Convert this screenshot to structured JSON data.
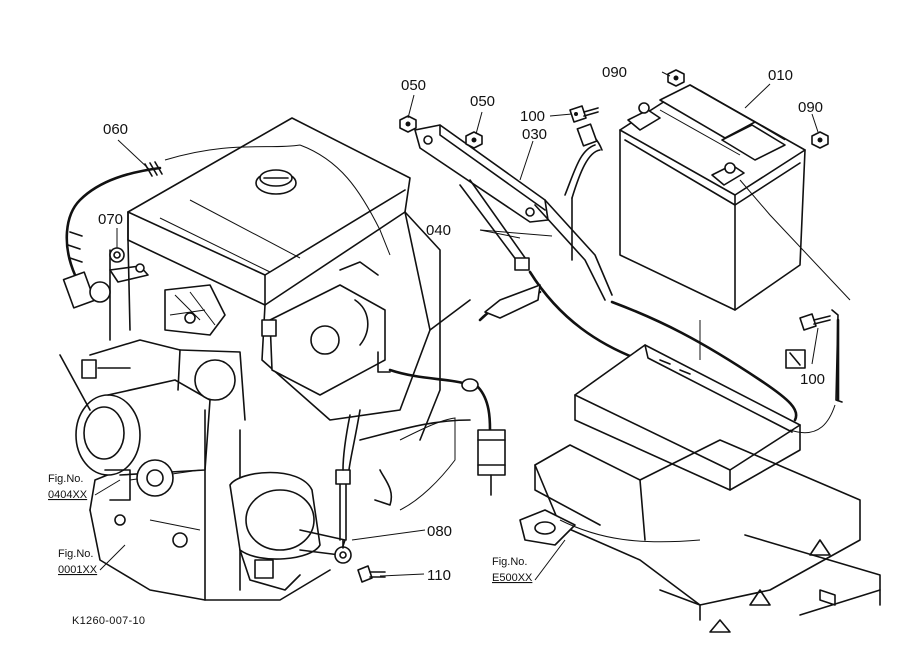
{
  "diagram": {
    "code": "K1260-007-10",
    "parts": [
      {
        "id": "010"
      },
      {
        "id": "030"
      },
      {
        "id": "040"
      },
      {
        "id": "050"
      },
      {
        "id": "060"
      },
      {
        "id": "070"
      },
      {
        "id": "080"
      },
      {
        "id": "090"
      },
      {
        "id": "100"
      },
      {
        "id": "110"
      }
    ],
    "callouts": {
      "c010": "010",
      "c030": "030",
      "c040": "040",
      "c050a": "050",
      "c050b": "050",
      "c060": "060",
      "c070": "070",
      "c080": "080",
      "c090a": "090",
      "c090b": "090",
      "c100a": "100",
      "c100b": "100",
      "c110": "110"
    },
    "figure_refs": {
      "fig_label": "Fig.No.",
      "r0404": "0404XX",
      "r0001": "0001XX",
      "rE500": "E500XX"
    }
  }
}
